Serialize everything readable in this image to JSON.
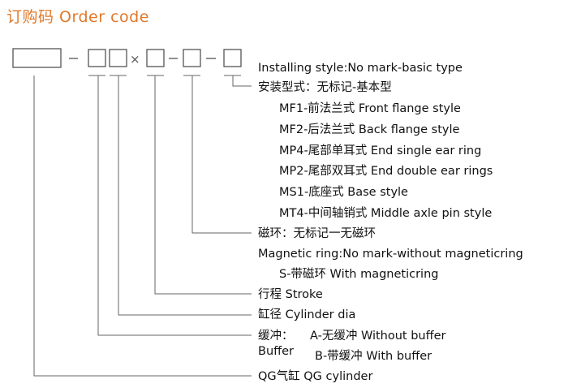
{
  "title": "订购码 Order code",
  "code": {
    "dash": "-",
    "times": "×"
  },
  "fields": {
    "installing": {
      "line_en": "Installing style:No mark-basic type",
      "line_cn": "安装型式：无标记-基本型",
      "options": [
        "MF1-前法兰式 Front flange style",
        "MF2-后法兰式 Back flange style",
        "MP4-尾部单耳式 End single ear ring",
        "MP2-尾部双耳式 End double ear rings",
        "MS1-底座式 Base style",
        "MT4-中间轴销式 Middle axle pin style"
      ]
    },
    "magnetic": {
      "line_cn": "磁环：无标记一无磁环",
      "line_en": "Magnetic ring:No mark-without magneticring",
      "option": "S-带磁环 With magneticring"
    },
    "stroke": "行程 Stroke",
    "bore": "缸径 Cylinder dia",
    "buffer": {
      "label_cn": "缓冲：",
      "label_en": "Buffer",
      "option_a": "A-无缓冲 Without buffer",
      "option_b": "B-带缓冲 With buffer"
    },
    "series": "QG气缸 QG cylinder"
  }
}
